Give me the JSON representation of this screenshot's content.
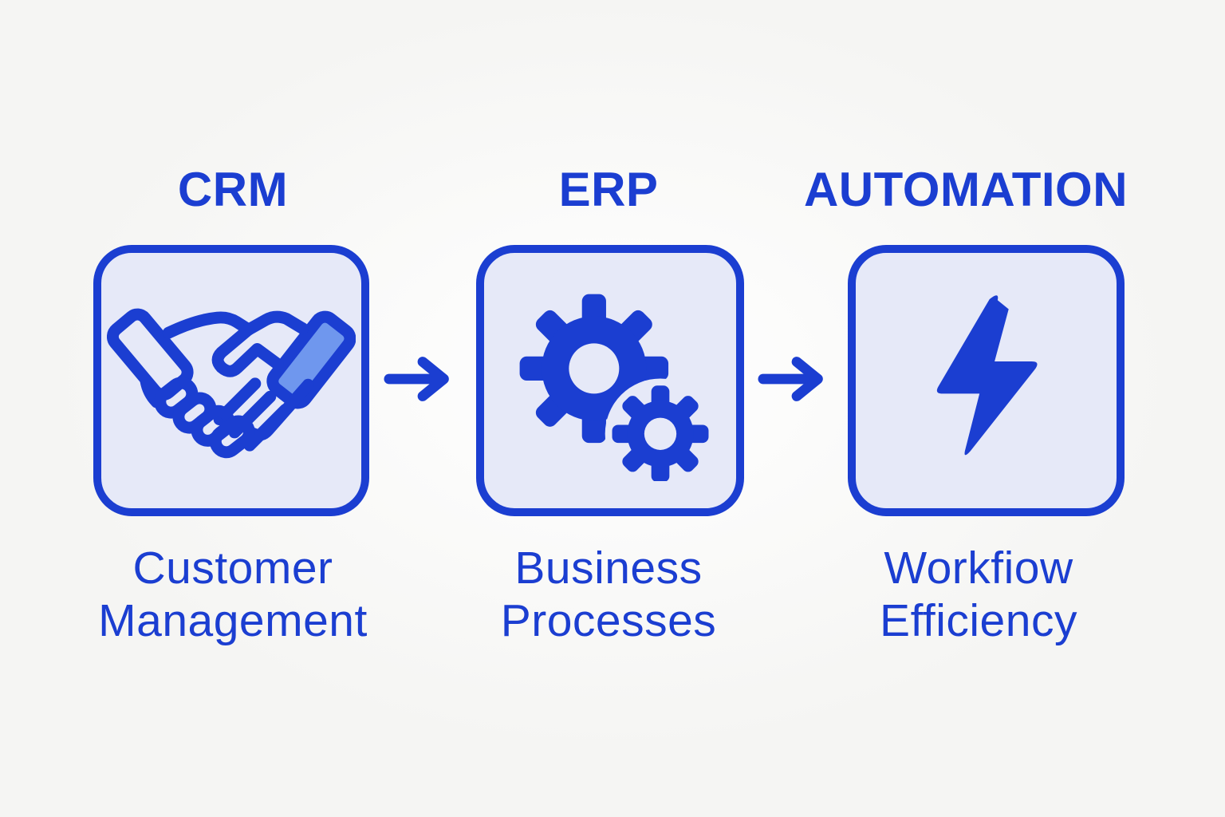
{
  "title": "CRM ERP Automation workflow diagram",
  "colors": {
    "accent": "#1b3ed1",
    "box_fill": "#e6e9f8",
    "cuff_fill": "#6f97ee",
    "background": "#f5f5f3"
  },
  "columns": [
    {
      "header": "CRM",
      "icon": "handshake-icon",
      "caption_line1": "Customer",
      "caption_line2": "Management"
    },
    {
      "header": "ERP",
      "icon": "gears-icon",
      "caption_line1": "Business",
      "caption_line2": "Processes"
    },
    {
      "header": "AUTOMATION",
      "icon": "lightning-bolt-icon",
      "caption_line1": "Workfiow",
      "caption_line2": "Efficiency"
    }
  ],
  "arrows": [
    {
      "icon": "arrow-right-icon"
    },
    {
      "icon": "arrow-right-icon"
    }
  ]
}
